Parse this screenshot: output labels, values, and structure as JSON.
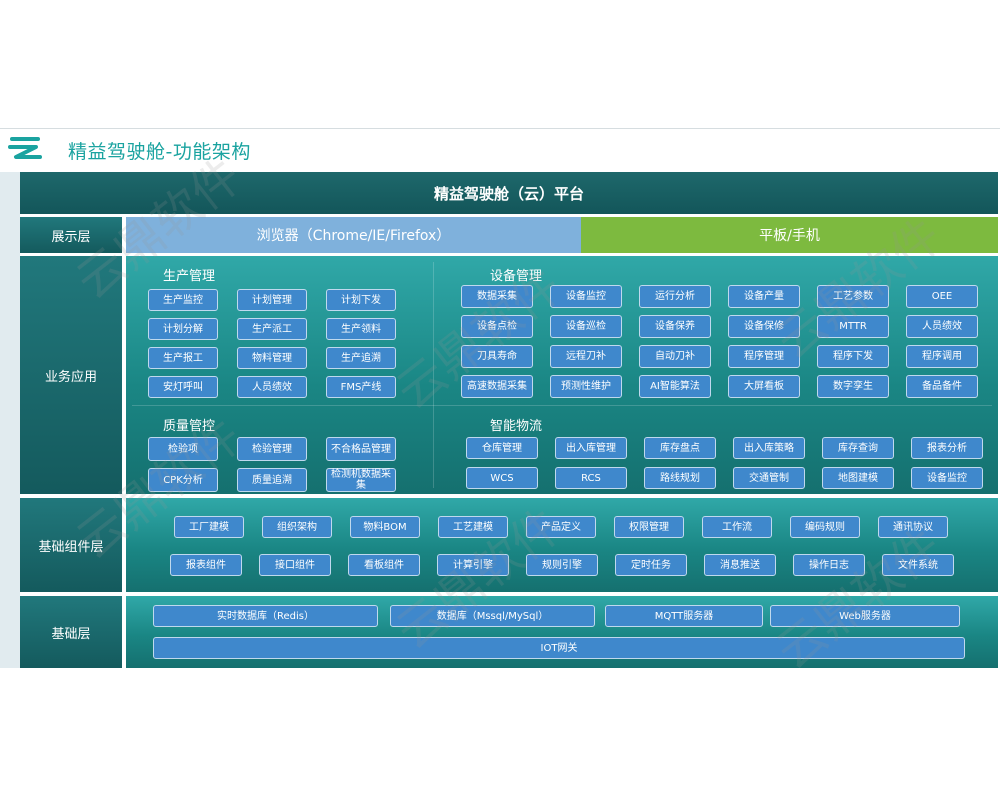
{
  "header": {
    "title": "精益驾驶舱-功能架构"
  },
  "platform": {
    "title": "精益驾驶舱（云）平台"
  },
  "layers": {
    "display": "展示层",
    "business": "业务应用",
    "components": "基础组件层",
    "base": "基础层"
  },
  "display": {
    "browser": "浏览器（Chrome/IE/Firefox）",
    "mobile": "平板/手机"
  },
  "production": {
    "title": "生产管理",
    "items": [
      "生产监控",
      "计划管理",
      "计划下发",
      "计划分解",
      "生产派工",
      "生产领料",
      "生产报工",
      "物料管理",
      "生产追溯",
      "安灯呼叫",
      "人员绩效",
      "FMS产线"
    ]
  },
  "equipment": {
    "title": "设备管理",
    "items": [
      "数据采集",
      "设备监控",
      "运行分析",
      "设备产量",
      "工艺参数",
      "OEE",
      "设备点检",
      "设备巡检",
      "设备保养",
      "设备保修",
      "MTTR",
      "人员绩效",
      "刀具寿命",
      "远程刀补",
      "自动刀补",
      "程序管理",
      "程序下发",
      "程序调用",
      "高速数据采集",
      "预测性维护",
      "AI智能算法",
      "大屏看板",
      "数字孪生",
      "备品备件"
    ]
  },
  "quality": {
    "title": "质量管控",
    "items": [
      "检验项",
      "检验管理",
      "不合格品管理",
      "CPK分析",
      "质量追溯",
      "检测机数据采集"
    ]
  },
  "logistics": {
    "title": "智能物流",
    "items": [
      "仓库管理",
      "出入库管理",
      "库存盘点",
      "出入库策略",
      "库存查询",
      "报表分析",
      "WCS",
      "RCS",
      "路线规划",
      "交通管制",
      "地图建模",
      "设备监控"
    ]
  },
  "components": {
    "row1": [
      "工厂建模",
      "组织架构",
      "物料BOM",
      "工艺建模",
      "产品定义",
      "权限管理",
      "工作流",
      "编码规则",
      "通讯协议"
    ],
    "row2": [
      "报表组件",
      "接口组件",
      "看板组件",
      "计算引擎",
      "规则引擎",
      "定时任务",
      "消息推送",
      "操作日志",
      "文件系统"
    ]
  },
  "base": {
    "row1": [
      "实时数据库（Redis）",
      "数据库（Mssql/MySql）",
      "MQTT服务器",
      "Web服务器"
    ],
    "gateway": "IOT网关"
  },
  "watermark": "云鼎软件",
  "colors": {
    "teal": "#1a8684",
    "chip": "#3f88cc",
    "browser": "#7fb1dc",
    "mobile": "#7dba3f"
  }
}
